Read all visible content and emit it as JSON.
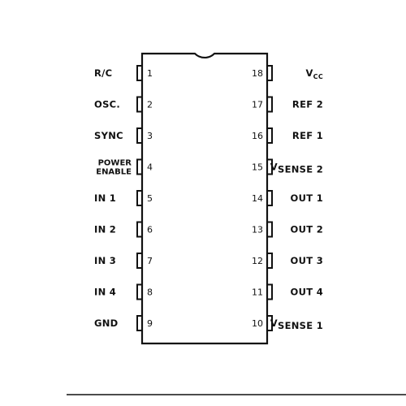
{
  "pins_left": [
    {
      "number": "1",
      "label": "R/C"
    },
    {
      "number": "2",
      "label": "OSC."
    },
    {
      "number": "3",
      "label": "SYNC"
    },
    {
      "number": "4",
      "label": "POWER ENABLE",
      "label_lines": [
        "POWER",
        "ENABLE"
      ]
    },
    {
      "number": "5",
      "label": "IN 1"
    },
    {
      "number": "6",
      "label": "IN 2"
    },
    {
      "number": "7",
      "label": "IN 3"
    },
    {
      "number": "8",
      "label": "IN 4"
    },
    {
      "number": "9",
      "label": "GND"
    }
  ],
  "pins_right": [
    {
      "number": "18",
      "label": "VCC",
      "main": "V",
      "sub": "CC",
      "rest": ""
    },
    {
      "number": "17",
      "label": "REF 2"
    },
    {
      "number": "16",
      "label": "REF 1"
    },
    {
      "number": "15",
      "label": "VSENSE 2",
      "main": "V",
      "sub": "",
      "rest": "SENSE 2"
    },
    {
      "number": "14",
      "label": "OUT 1"
    },
    {
      "number": "13",
      "label": "OUT 2"
    },
    {
      "number": "12",
      "label": "OUT 3"
    },
    {
      "number": "11",
      "label": "OUT 4"
    },
    {
      "number": "10",
      "label": "VSENSE 1",
      "main": "V",
      "sub": "",
      "rest": "SENSE 1"
    }
  ]
}
